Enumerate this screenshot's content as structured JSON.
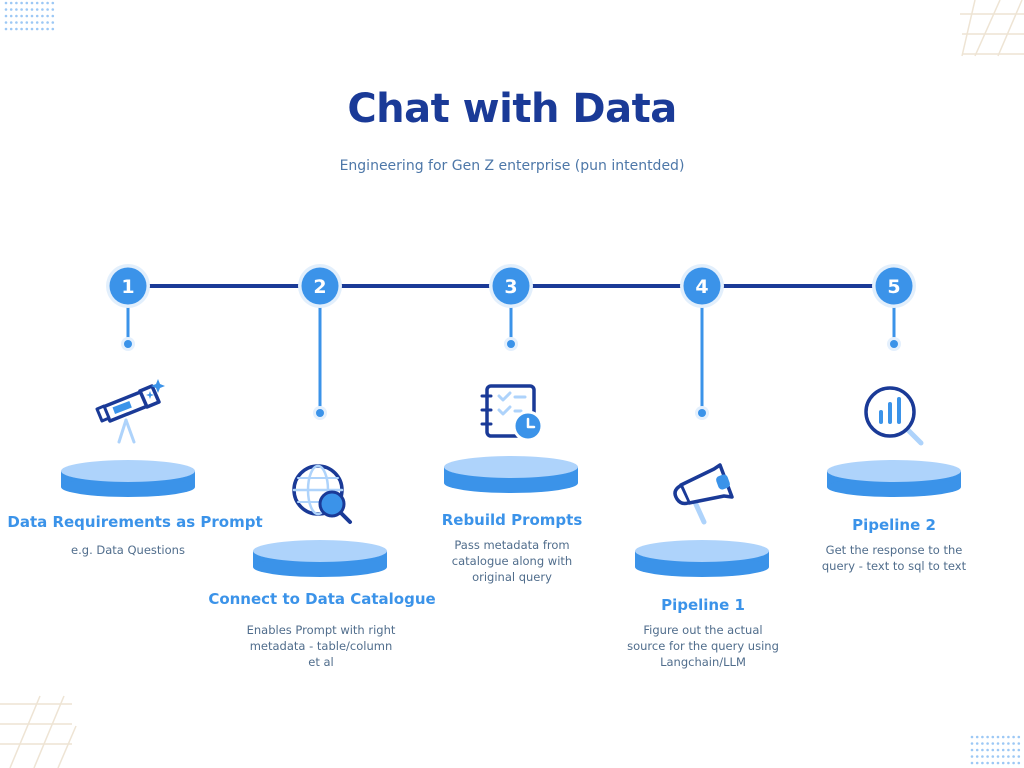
{
  "header": {
    "title": "Chat with Data",
    "subtitle": "Engineering for Gen Z enterprise (pun intentded)"
  },
  "colors": {
    "navy": "#1a3a97",
    "accent": "#3b93e9",
    "light": "#aed3fb",
    "text": "#506d8c"
  },
  "steps": [
    {
      "number": "1",
      "title": "Data Requirements as Prompt",
      "desc": [
        "e.g. Data Questions"
      ],
      "icon": "telescope-icon"
    },
    {
      "number": "2",
      "title": "Connect to Data Catalogue",
      "desc": [
        "Enables Prompt with right",
        "metadata - table/column",
        "et al"
      ],
      "icon": "globe-search-icon"
    },
    {
      "number": "3",
      "title": "Rebuild Prompts",
      "desc": [
        "Pass metadata from",
        "catalogue along with",
        "original query"
      ],
      "icon": "checklist-clock-icon"
    },
    {
      "number": "4",
      "title": "Pipeline 1",
      "desc": [
        "Figure out the actual",
        "source for the query using",
        "Langchain/LLM"
      ],
      "icon": "megaphone-icon"
    },
    {
      "number": "5",
      "title": "Pipeline 2",
      "desc": [
        "Get the response to the",
        "query - text to sql to text"
      ],
      "icon": "chart-search-icon"
    }
  ]
}
